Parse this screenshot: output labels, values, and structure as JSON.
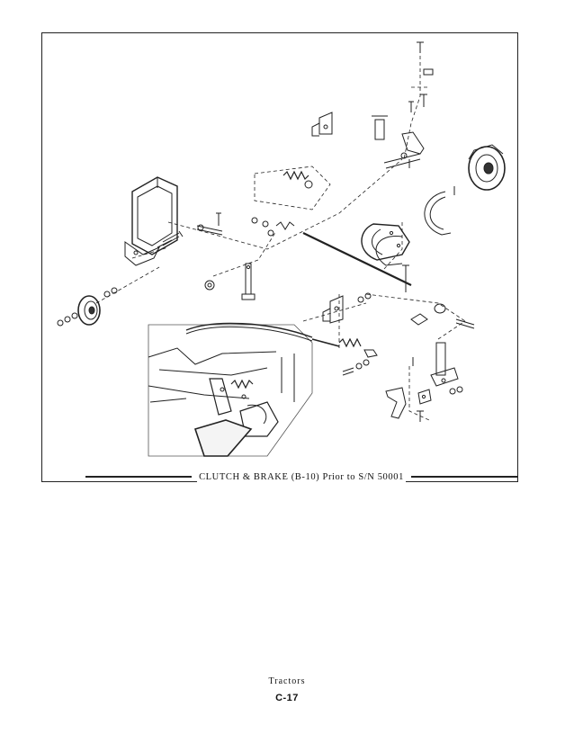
{
  "figure": {
    "caption": "CLUTCH & BRAKE (B-10) Prior to S/N 50001"
  },
  "footer": {
    "section": "Tractors",
    "page_number": "C-17"
  }
}
